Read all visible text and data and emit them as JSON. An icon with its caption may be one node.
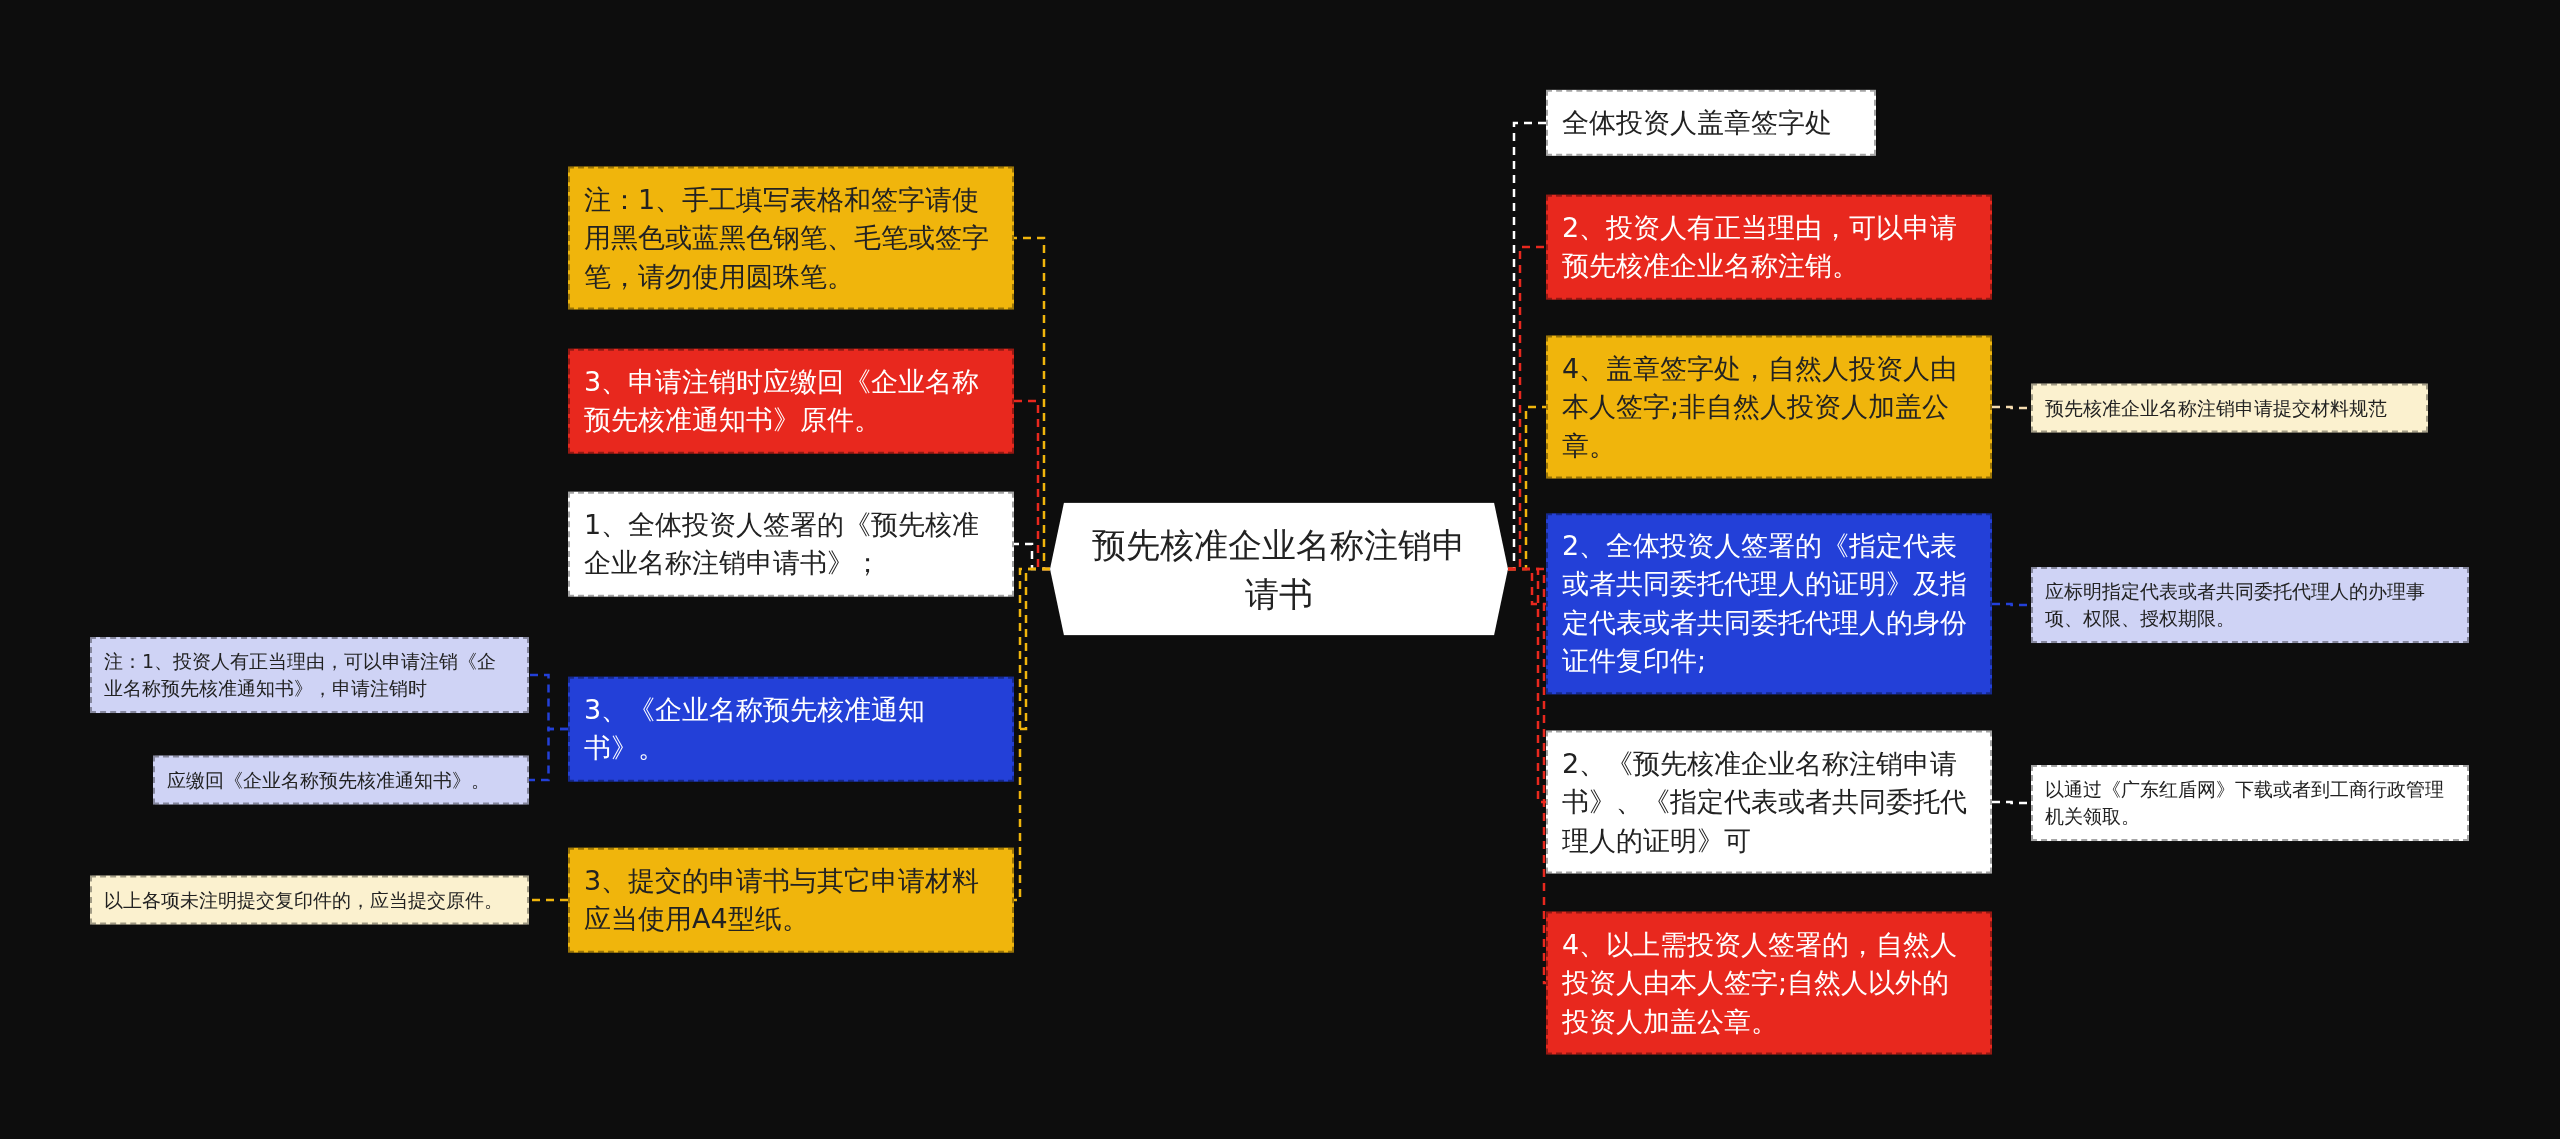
{
  "diagram": {
    "nodes": [
      {
        "text": [
          "预先核准企业名称注销申请书"
        ]
      },
      {
        "text": [
          "注：1、手工填写表格和签字请使用黑色或蓝黑色钢笔、毛笔或签字笔，请勿使用圆珠笔。"
        ]
      },
      {
        "text": [
          "3、申请注销时应缴回《企业名称预先核准通知书》原件。"
        ]
      },
      {
        "text": [
          "1、全体投资人签署的《预先核准企业名称注销申请书》；"
        ]
      },
      {
        "text": [
          "3、《企业名称预先核准通知书》。"
        ]
      },
      {
        "text": [
          "3、提交的申请书与其它申请材料应当使用A4型纸。"
        ]
      },
      {
        "text": [
          "注：1、投资人有正当理由，可以申请注销《企业名称预先核准通知书》，申请注销时"
        ]
      },
      {
        "text": [
          "应缴回《企业名称预先核准通知书》。"
        ]
      },
      {
        "text": [
          "以上各项未注明提交复印件的，应当提交原件。"
        ]
      },
      {
        "text": [
          "全体投资人盖章签字处"
        ]
      },
      {
        "text": [
          "2、投资人有正当理由，可以申请预先核准企业名称注销。"
        ]
      },
      {
        "text": [
          "4、盖章签字处，自然人投资人由本人签字;非自然人投资人加盖公章。"
        ]
      },
      {
        "text": [
          "2、全体投资人签署的《指定代表或者共同委托代理人的证明》及指定代表或者共同委托代理人的身份证件复印件;"
        ]
      },
      {
        "text": [
          "2、《预先核准企业名称注销申请书》、《指定代表或者共同委托代理人的证明》可"
        ]
      },
      {
        "text": [
          "4、以上需投资人签署的，自然人投资人由本人签字;自然人以外的投资人加盖公章。"
        ]
      },
      {
        "text": [
          "预先核准企业名称注销申请提交材料规范"
        ]
      },
      {
        "text": [
          "应标明指定代表或者共同委托代理人的办理事项、权限、授权期限。"
        ]
      },
      {
        "text": [
          "以通过《广东红盾网》下载或者到工商行政管理机关领取。"
        ]
      }
    ],
    "edges": [
      {
        "from": 0,
        "to": 1,
        "arrow": "none",
        "color": "#f0b50c"
      },
      {
        "from": 0,
        "to": 2,
        "arrow": "none",
        "color": "#e8281e"
      },
      {
        "from": 0,
        "to": 3,
        "arrow": "none",
        "color": "#ffffff"
      },
      {
        "from": 0,
        "to": 4,
        "arrow": "none",
        "color": "#f0b50c"
      },
      {
        "from": 0,
        "to": 5,
        "arrow": "none",
        "color": "#f0b50c"
      },
      {
        "from": 4,
        "to": 6,
        "arrow": "none",
        "color": "#2340d8"
      },
      {
        "from": 4,
        "to": 7,
        "arrow": "none",
        "color": "#2340d8"
      },
      {
        "from": 5,
        "to": 8,
        "arrow": "none",
        "color": "#f0b50c"
      },
      {
        "from": 0,
        "to": 9,
        "arrow": "none",
        "color": "#ffffff"
      },
      {
        "from": 0,
        "to": 10,
        "arrow": "none",
        "color": "#e8281e"
      },
      {
        "from": 0,
        "to": 11,
        "arrow": "none",
        "color": "#f0b50c"
      },
      {
        "from": 0,
        "to": 12,
        "arrow": "none",
        "color": "#e8281e"
      },
      {
        "from": 0,
        "to": 13,
        "arrow": "none",
        "color": "#e8281e"
      },
      {
        "from": 0,
        "to": 14,
        "arrow": "none",
        "color": "#e8281e"
      },
      {
        "from": 11,
        "to": 15,
        "arrow": "none",
        "color": "#f5dcb0"
      },
      {
        "from": 12,
        "to": 16,
        "arrow": "none",
        "color": "#2340d8"
      },
      {
        "from": 13,
        "to": 17,
        "arrow": "none",
        "color": "#ffffff"
      }
    ]
  }
}
